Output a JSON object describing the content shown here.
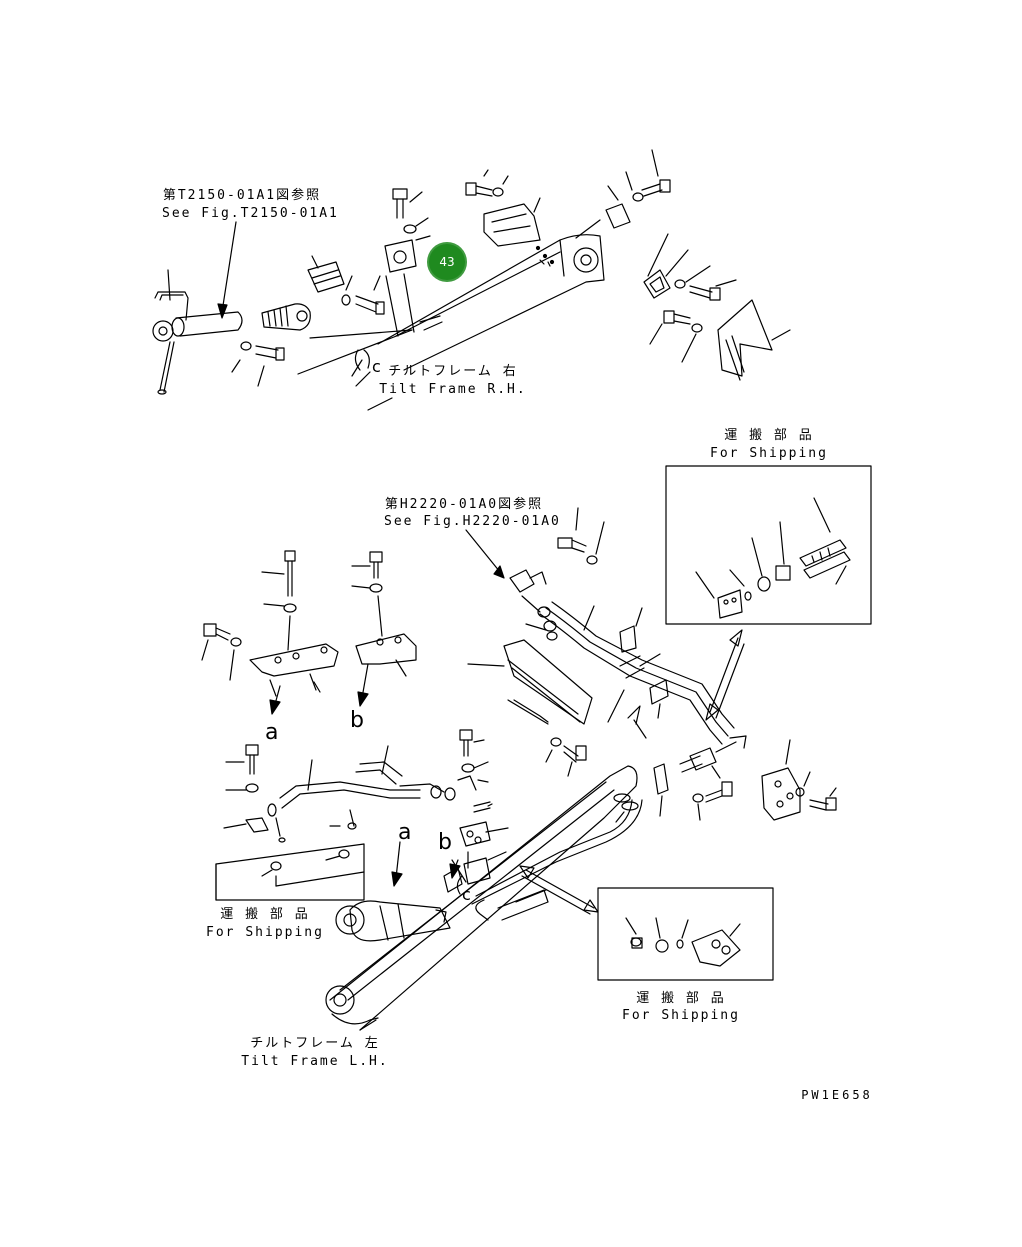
{
  "labels": {
    "ref_top_jp": "第T2150-01A1図参照",
    "ref_top_en": "See Fig.T2150-01A1",
    "tilt_rh_jp": "チルトフレーム 右",
    "tilt_rh_en": "Tilt Frame R.H.",
    "shipping_jp_1": "運 搬 部 品",
    "shipping_en_1": "For Shipping",
    "ref_mid_jp": "第H2220-01A0図参照",
    "ref_mid_en": "See Fig.H2220-01A0",
    "shipping_jp_2": "運 搬 部 品",
    "shipping_en_2": "For Shipping",
    "shipping_jp_3": "運 搬 部 品",
    "shipping_en_3": "For Shipping",
    "tilt_lh_jp": "チルトフレーム 左",
    "tilt_lh_en": "Tilt Frame L.H.",
    "drawing_no": "PW1E658",
    "letter_a1": "a",
    "letter_b1": "b",
    "letter_a2": "a",
    "letter_b2": "b",
    "letter_c1": "c",
    "letter_c2": "c"
  },
  "callouts": [
    {
      "number": "43",
      "color": "#1f8a1f"
    }
  ]
}
